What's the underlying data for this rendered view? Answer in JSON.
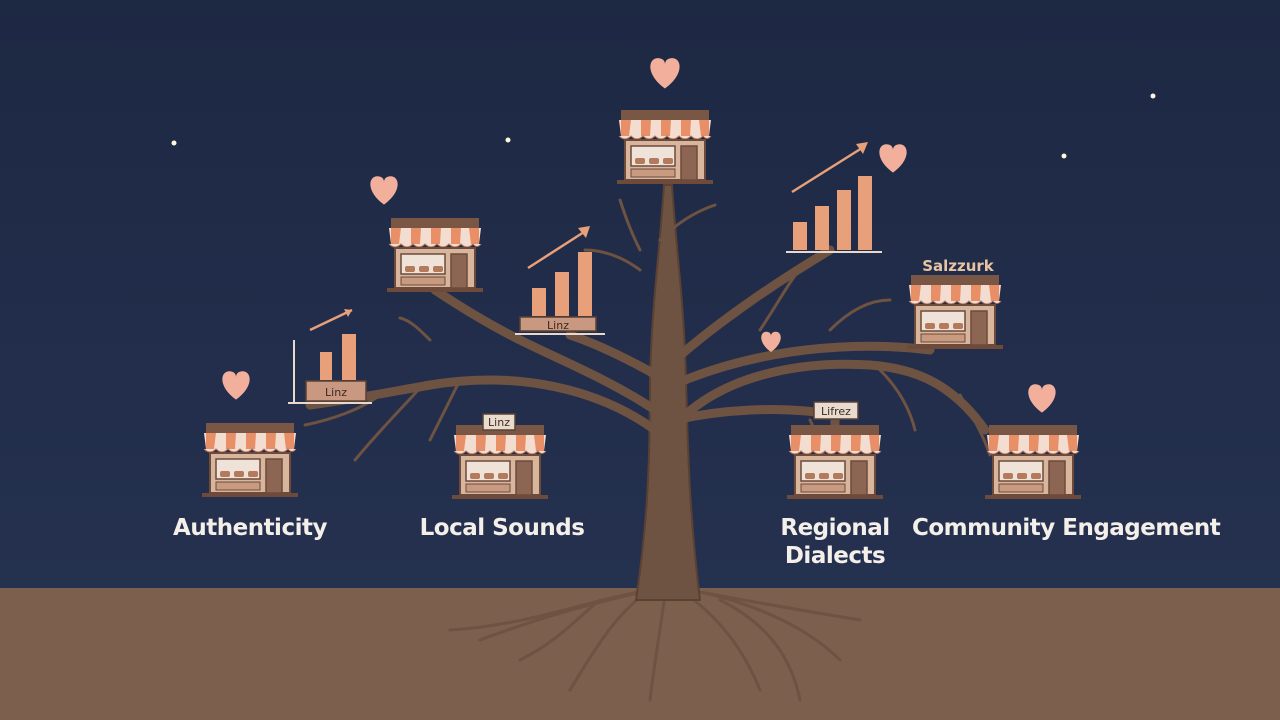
{
  "labels": {
    "authenticity": "Authenticity",
    "local_sounds": "Local Sounds",
    "regional_dialects_line1": "Regional",
    "regional_dialects_line2": "Dialects",
    "community_engagement": "Community Engagement"
  },
  "signs": {
    "chart_left_plaque": "Linz",
    "chart_center_plaque": "Linz",
    "shop_local_sounds_sign": "Linz",
    "shop_regional_sign": "Lifrez",
    "salzburg_tag": "Salzzurk"
  },
  "colors": {
    "sky": "#1f2a45",
    "ground": "#7d5f4e",
    "trunk": "#6e5242",
    "awning": "#e88f68",
    "heart": "#f2b09c",
    "bar": "#e8a07a",
    "label": "#f4efe9"
  },
  "icons": [
    "heart-icon",
    "storefront-icon",
    "bar-chart-icon",
    "trend-arrow-icon",
    "star-icon"
  ]
}
